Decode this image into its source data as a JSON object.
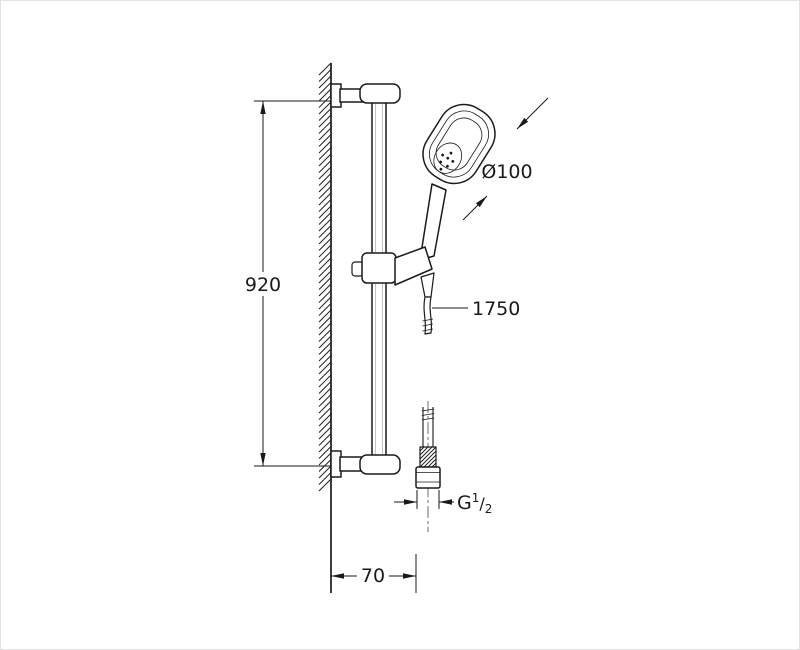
{
  "drawing_type": "shower-rail-set-dimension-drawing",
  "colors": {
    "line": "#1a1a1a",
    "background": "#ffffff"
  },
  "dimensions": {
    "rail_height": "920",
    "head_diameter": "Ø100",
    "hose_length": "1750",
    "wall_distance": "70",
    "thread": {
      "prefix": "G",
      "numerator": "1",
      "slash": "/",
      "denominator": "2"
    }
  }
}
